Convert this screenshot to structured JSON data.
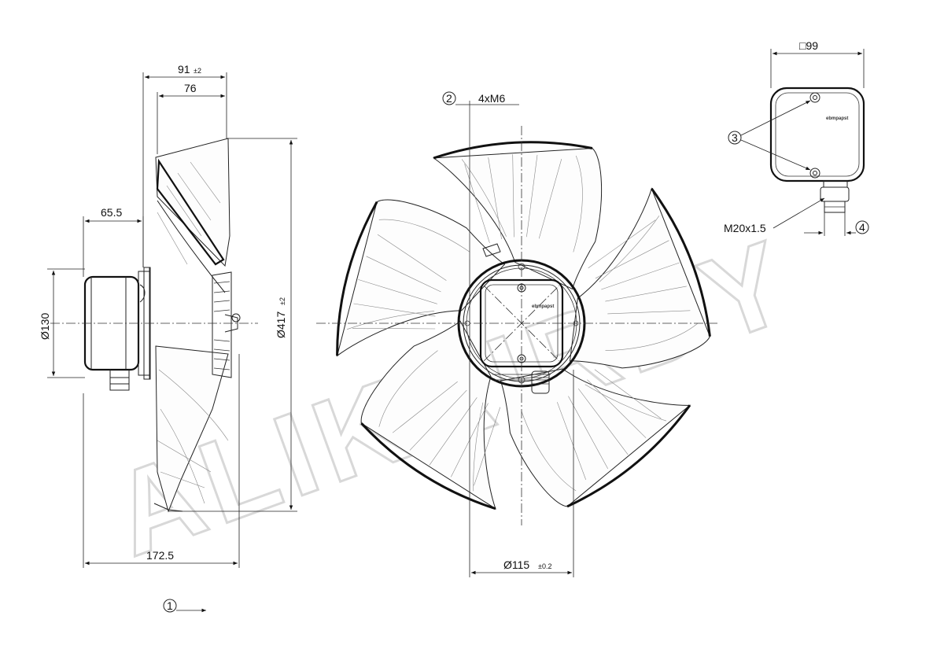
{
  "watermark": "ALIKAIRDY",
  "side_view": {
    "dim_91": "91",
    "dim_91_tol": "±2",
    "dim_76": "76",
    "dim_65_5": "65.5",
    "dim_130": "Ø130",
    "dim_417": "Ø417",
    "dim_417_tol": "±2",
    "dim_172_5": "172.5"
  },
  "front_view": {
    "mount_holes": "4xM6",
    "dim_115": "Ø115",
    "dim_115_tol": "±0.2",
    "logo": "ebmpapst"
  },
  "terminal_box": {
    "dim_99": "□99",
    "gland": "M20x1.5",
    "logo": "ebmpapst"
  },
  "callouts": [
    "1",
    "2",
    "3",
    "4"
  ]
}
